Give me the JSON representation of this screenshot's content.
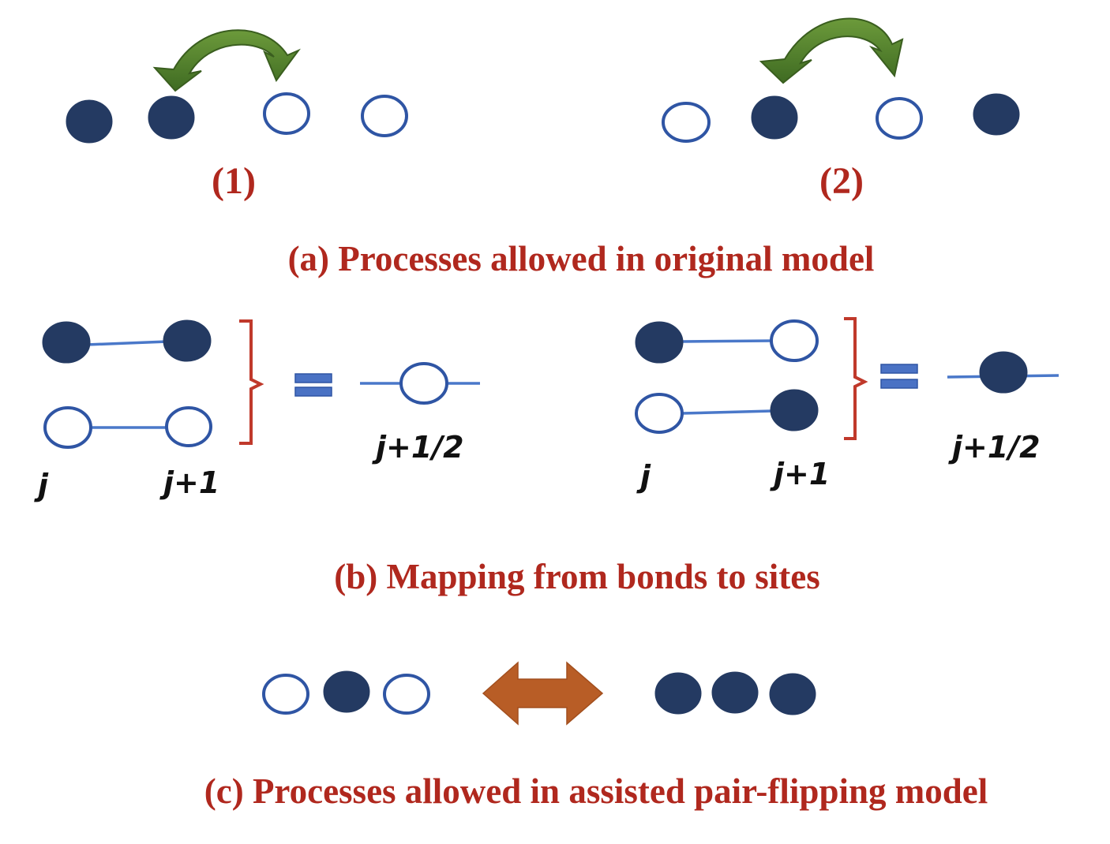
{
  "colors": {
    "filled_site": "#243a62",
    "empty_site_stroke": "#2f55a4",
    "bond_line": "#4a78c9",
    "caption_red": "#b0281e",
    "hop_arrow_green": "#4f7a2b",
    "double_arrow_orange": "#b85d26",
    "brace_red": "#c0392b",
    "equals_blue": "#4a72c4"
  },
  "panel_a": {
    "process_1_label": "(1)",
    "process_2_label": "(2)",
    "caption": "(a) Processes allowed in original model"
  },
  "panel_b": {
    "left": {
      "label_j": "j",
      "label_j1": "j+1",
      "label_half": "j+1/2"
    },
    "right": {
      "label_j": "j",
      "label_j1": "j+1",
      "label_half": "j+1/2"
    },
    "caption": "(b) Mapping from bonds to sites"
  },
  "panel_c": {
    "caption": "(c) Processes allowed in assisted pair-flipping model"
  },
  "icons": [
    "curved-hop-arrow-icon",
    "double-headed-arrow-icon",
    "equals-icon",
    "right-brace-icon"
  ]
}
